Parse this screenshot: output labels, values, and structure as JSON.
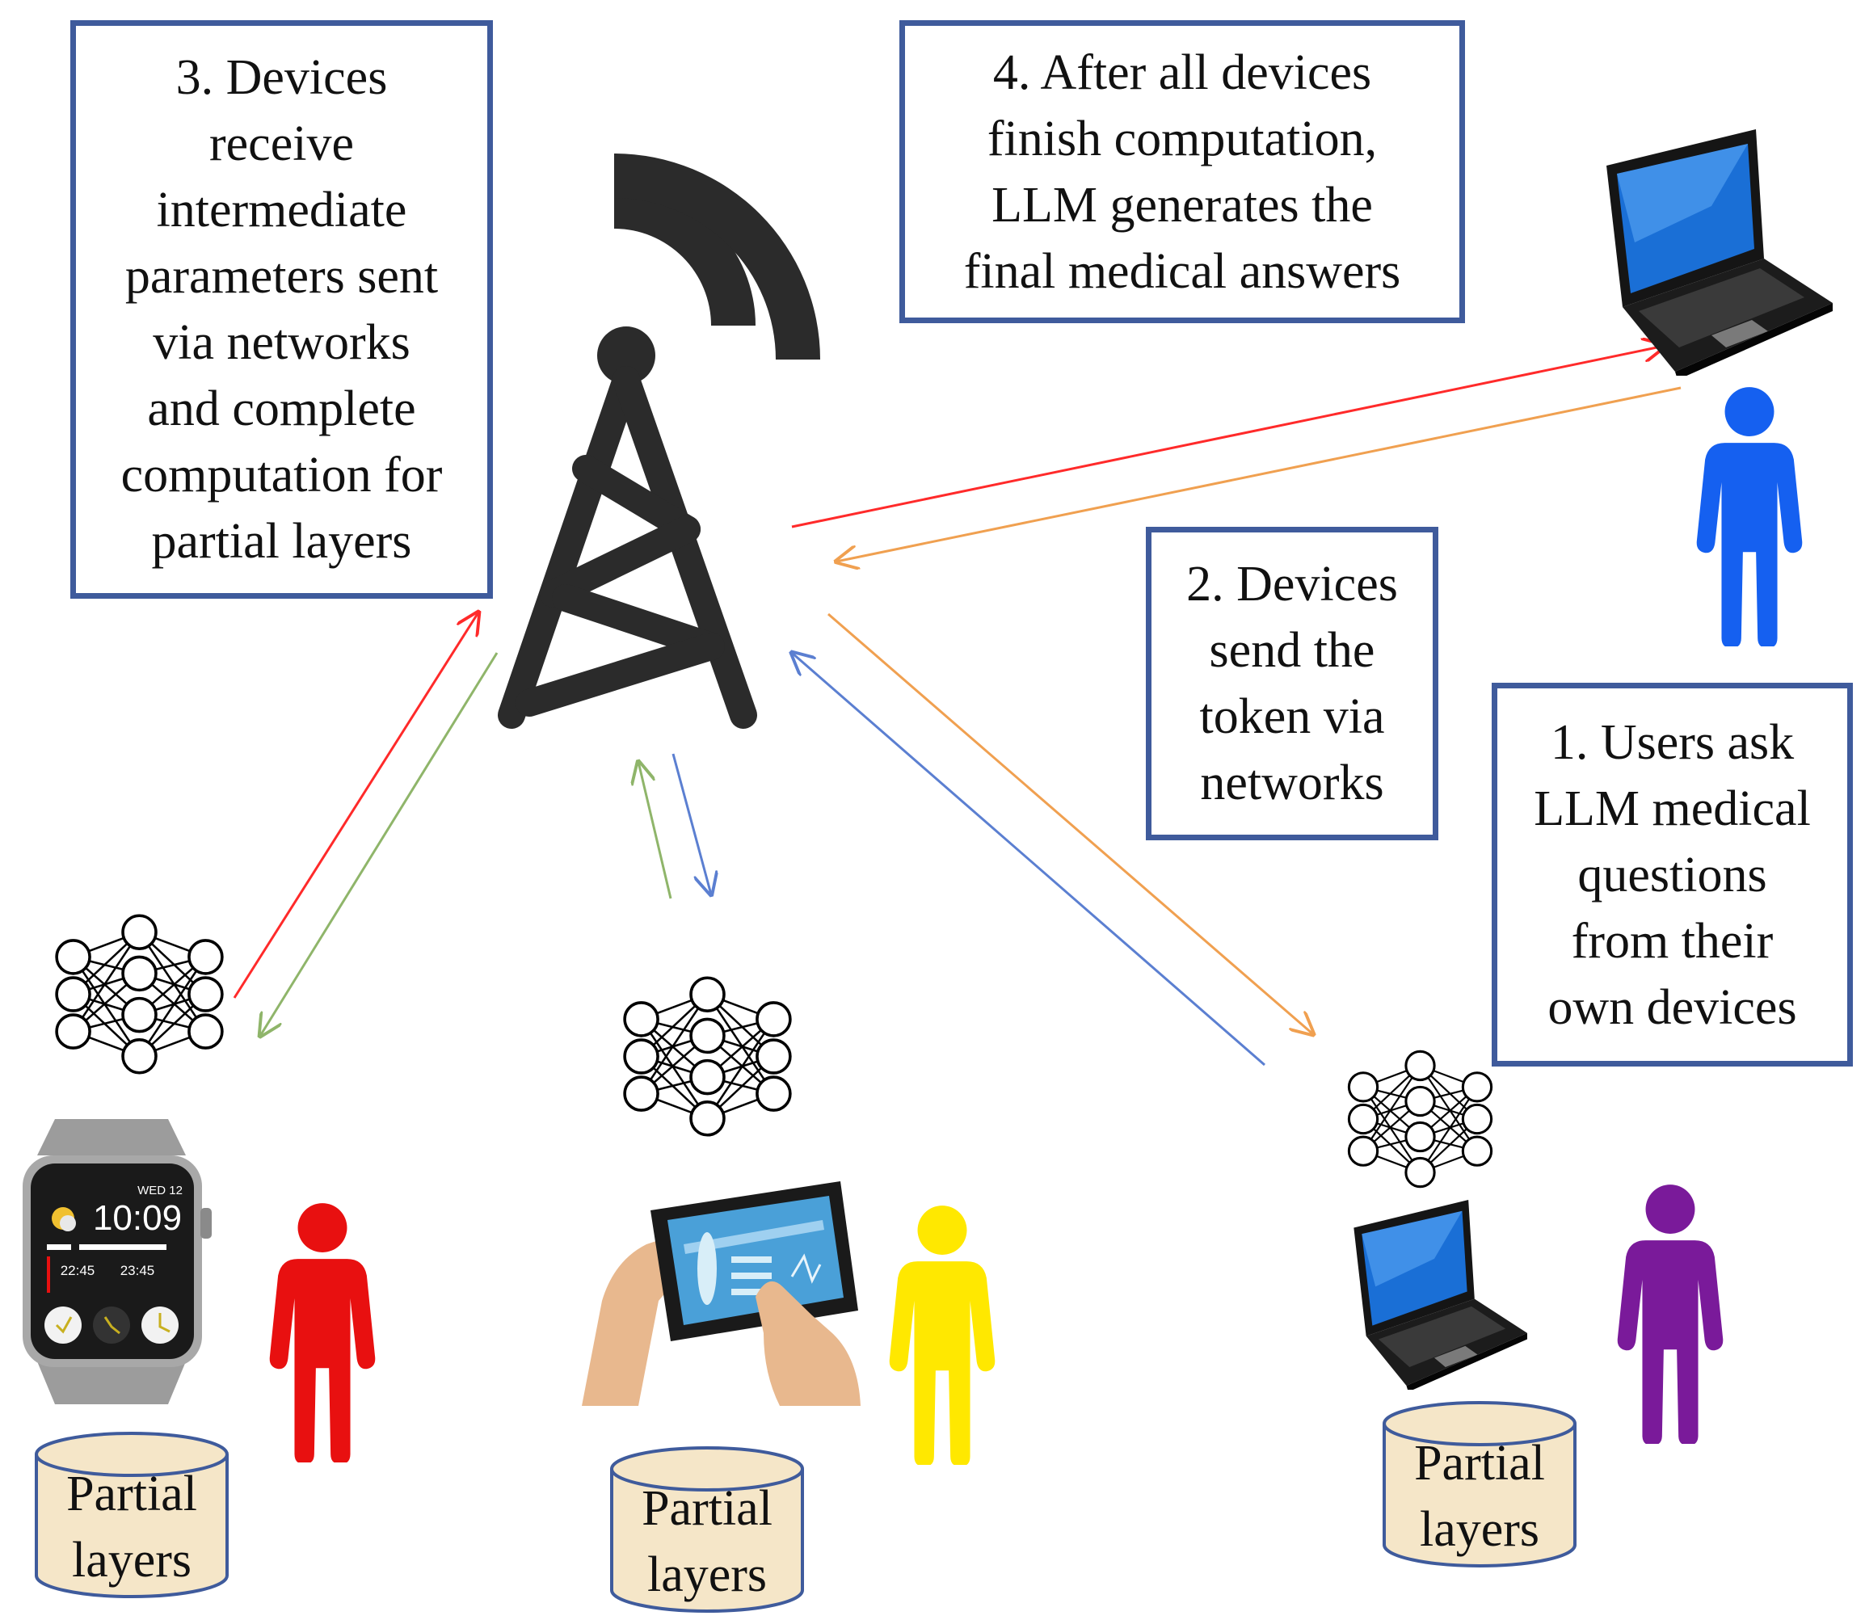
{
  "steps": [
    {
      "id": "step-1",
      "lines": [
        "1. Users ask",
        "LLM medical",
        "questions",
        "from their",
        "own devices"
      ]
    },
    {
      "id": "step-2",
      "lines": [
        "2. Devices",
        "send the",
        "token via",
        "networks"
      ]
    },
    {
      "id": "step-3",
      "lines": [
        "3. Devices",
        "receive",
        "intermediate",
        "parameters sent",
        "via networks",
        "and complete",
        "computation for",
        "partial layers"
      ]
    },
    {
      "id": "step-4",
      "lines": [
        "4. After all devices",
        "finish computation,",
        "LLM generates the",
        "final medical answers"
      ]
    }
  ],
  "devices": {
    "watch": {
      "date": "WED 12",
      "time": "10:09",
      "time_left": "22:45",
      "time_right": "23:45",
      "storage_lines": [
        "Partial",
        "layers"
      ]
    },
    "tablet": {
      "storage_lines": [
        "Partial",
        "layers"
      ]
    },
    "laptop_bottom": {
      "storage_lines": [
        "Partial",
        "layers"
      ]
    }
  },
  "colors": {
    "box_border": "#3f5b9c",
    "arrow_red": "#ff2a2a",
    "arrow_orange": "#f0a050",
    "arrow_green": "#8fb56a",
    "arrow_blue": "#5b7fd1",
    "person_blue": "#1560f0",
    "person_red": "#e81010",
    "person_yellow": "#ffe800",
    "person_purple": "#7a1a9a",
    "storage_fill": "#f5e6c8",
    "storage_border": "#3f5b9c",
    "tower": "#2b2b2b"
  }
}
